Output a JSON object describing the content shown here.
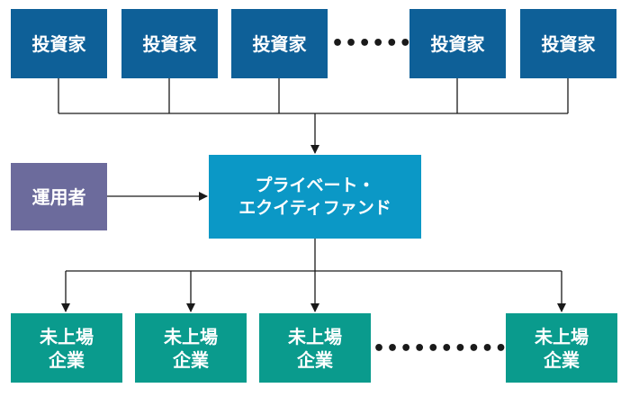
{
  "investors": [
    {
      "label": "投資家"
    },
    {
      "label": "投資家"
    },
    {
      "label": "投資家"
    },
    {
      "label": "投資家"
    },
    {
      "label": "投資家"
    }
  ],
  "manager": {
    "label": "運用者"
  },
  "fund": {
    "line1": "プライベート・",
    "line2": "エクイティファンド"
  },
  "companies": [
    {
      "line1": "未上場",
      "line2": "企業"
    },
    {
      "line1": "未上場",
      "line2": "企業"
    },
    {
      "line1": "未上場",
      "line2": "企業"
    },
    {
      "line1": "未上場",
      "line2": "企業"
    }
  ],
  "ellipsis": "••••••••",
  "ellipsis_bottom": "•••••••••••••",
  "colors": {
    "investor": "#0e6098",
    "manager": "#6c6b9c",
    "fund": "#0b98c6",
    "company": "#0a9b8d",
    "line": "#1a1a1a"
  }
}
